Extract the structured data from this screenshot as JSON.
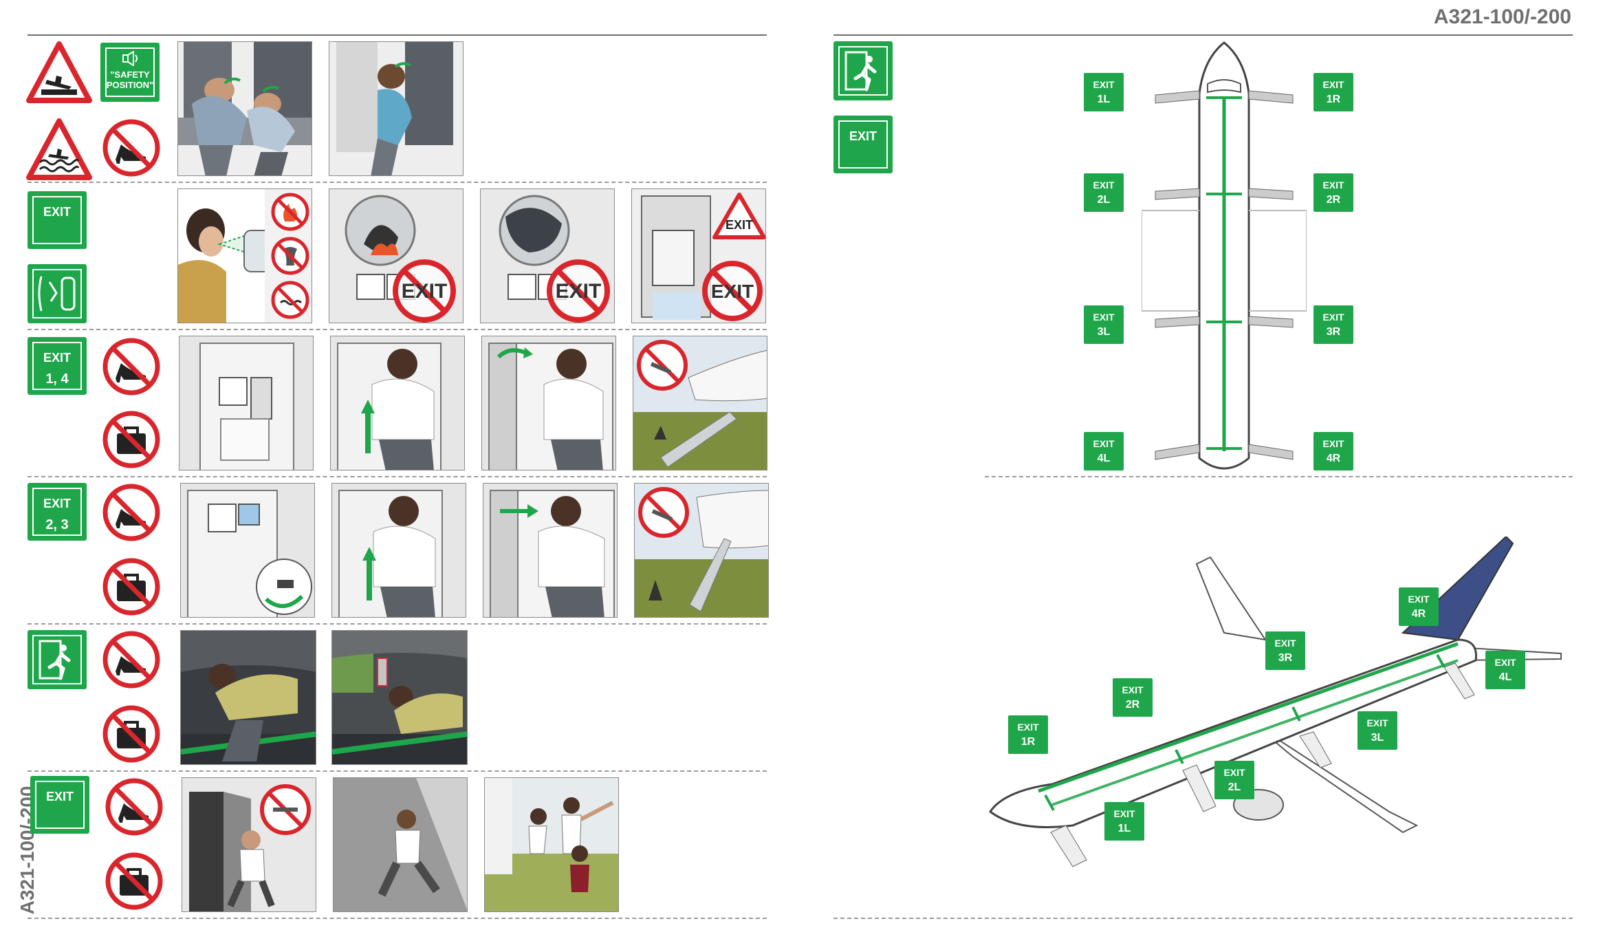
{
  "header": {
    "model_title": "A321-100/-200"
  },
  "side_label": "A321-100/-200",
  "colors": {
    "exit_green": "#1fa64a",
    "prohibit_red": "#d9262c",
    "warning_red": "#d9262c",
    "tail_blue": "#3c4f86"
  },
  "brace_icon": {
    "line1": "\"SAFETY",
    "line2": "POSITION\""
  },
  "exit_sign_label": "EXIT",
  "row_exits": {
    "row3": "1, 4",
    "row4": "2, 3"
  },
  "panel_sign_text": "EXIT",
  "cabin_exit_tags": [
    {
      "label": "EXIT",
      "id": "1L"
    },
    {
      "label": "EXIT",
      "id": "1R"
    },
    {
      "label": "EXIT",
      "id": "2L"
    },
    {
      "label": "EXIT",
      "id": "2R"
    },
    {
      "label": "EXIT",
      "id": "3L"
    },
    {
      "label": "EXIT",
      "id": "3R"
    },
    {
      "label": "EXIT",
      "id": "4L"
    },
    {
      "label": "EXIT",
      "id": "4R"
    }
  ],
  "aircraft_exit_tags": [
    {
      "label": "EXIT",
      "id": "1R"
    },
    {
      "label": "EXIT",
      "id": "2R"
    },
    {
      "label": "EXIT",
      "id": "3R"
    },
    {
      "label": "EXIT",
      "id": "4R"
    },
    {
      "label": "EXIT",
      "id": "4L"
    },
    {
      "label": "EXIT",
      "id": "3L"
    },
    {
      "label": "EXIT",
      "id": "2L"
    },
    {
      "label": "EXIT",
      "id": "1L"
    }
  ],
  "icons": [
    "brace-warning-icon",
    "ditching-warning-icon",
    "safety-position-icon",
    "no-high-heels-icon",
    "no-baggage-icon",
    "exit-sign-icon",
    "exit-door-icon",
    "running-man-icon",
    "no-fire-icon",
    "no-smoke-icon",
    "no-water-icon"
  ]
}
